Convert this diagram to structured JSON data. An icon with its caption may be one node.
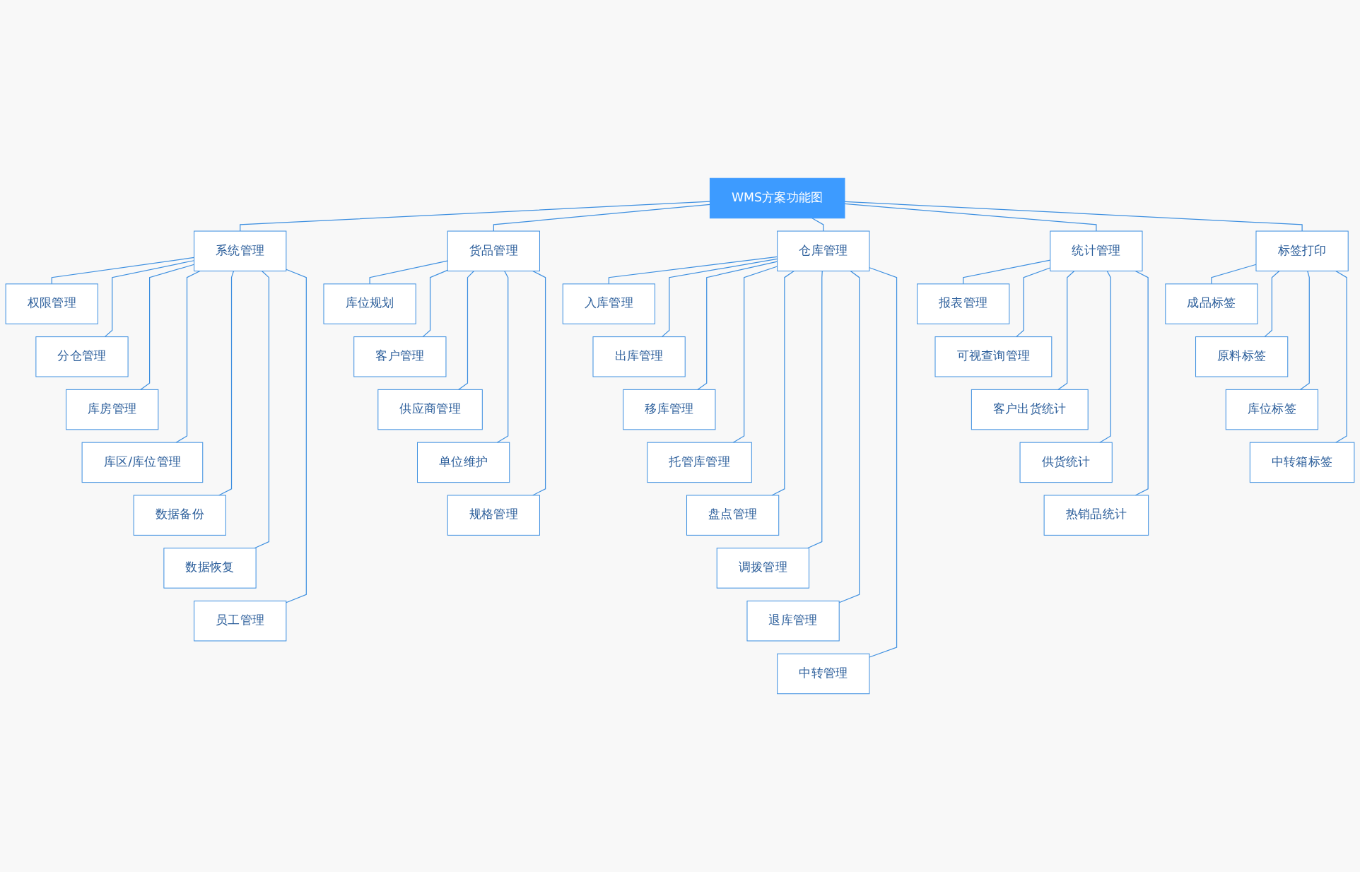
{
  "diagram": {
    "nodes": [
      {
        "text": [
          "WMS方案功能图"
        ]
      },
      {
        "text": [
          "系统管理"
        ]
      },
      {
        "text": [
          "权限管理"
        ]
      },
      {
        "text": [
          "分仓管理"
        ]
      },
      {
        "text": [
          "库房管理"
        ]
      },
      {
        "text": [
          "库区/库位管理"
        ]
      },
      {
        "text": [
          "数据备份"
        ]
      },
      {
        "text": [
          "数据恢复"
        ]
      },
      {
        "text": [
          "员工管理"
        ]
      },
      {
        "text": [
          "货品管理"
        ]
      },
      {
        "text": [
          "库位规划"
        ]
      },
      {
        "text": [
          "客户管理"
        ]
      },
      {
        "text": [
          "供应商管理"
        ]
      },
      {
        "text": [
          "单位维护"
        ]
      },
      {
        "text": [
          "规格管理"
        ]
      },
      {
        "text": [
          "仓库管理"
        ]
      },
      {
        "text": [
          "入库管理"
        ]
      },
      {
        "text": [
          "出库管理"
        ]
      },
      {
        "text": [
          "移库管理"
        ]
      },
      {
        "text": [
          "托管库管理"
        ]
      },
      {
        "text": [
          "盘点管理"
        ]
      },
      {
        "text": [
          "调拨管理"
        ]
      },
      {
        "text": [
          "退库管理"
        ]
      },
      {
        "text": [
          "中转管理"
        ]
      },
      {
        "text": [
          "统计管理"
        ]
      },
      {
        "text": [
          "报表管理"
        ]
      },
      {
        "text": [
          "可视查询管理"
        ]
      },
      {
        "text": [
          "客户出货统计"
        ]
      },
      {
        "text": [
          "供货统计"
        ]
      },
      {
        "text": [
          "热销品统计"
        ]
      },
      {
        "text": [
          "标签打印"
        ]
      },
      {
        "text": [
          "成品标签"
        ]
      },
      {
        "text": [
          "原料标签"
        ]
      },
      {
        "text": [
          "库位标签"
        ]
      },
      {
        "text": [
          "中转箱标签"
        ]
      }
    ],
    "edges": [
      {
        "from": 0,
        "to": 1,
        "arrow": "none"
      },
      {
        "from": 0,
        "to": 9,
        "arrow": "none"
      },
      {
        "from": 0,
        "to": 15,
        "arrow": "none"
      },
      {
        "from": 0,
        "to": 24,
        "arrow": "none"
      },
      {
        "from": 0,
        "to": 30,
        "arrow": "none"
      },
      {
        "from": 1,
        "to": 2,
        "arrow": "none"
      },
      {
        "from": 1,
        "to": 3,
        "arrow": "none"
      },
      {
        "from": 1,
        "to": 4,
        "arrow": "none"
      },
      {
        "from": 1,
        "to": 5,
        "arrow": "none"
      },
      {
        "from": 1,
        "to": 6,
        "arrow": "none"
      },
      {
        "from": 1,
        "to": 7,
        "arrow": "none"
      },
      {
        "from": 1,
        "to": 8,
        "arrow": "none"
      },
      {
        "from": 9,
        "to": 10,
        "arrow": "none"
      },
      {
        "from": 9,
        "to": 11,
        "arrow": "none"
      },
      {
        "from": 9,
        "to": 12,
        "arrow": "none"
      },
      {
        "from": 9,
        "to": 13,
        "arrow": "none"
      },
      {
        "from": 9,
        "to": 14,
        "arrow": "none"
      },
      {
        "from": 15,
        "to": 16,
        "arrow": "none"
      },
      {
        "from": 15,
        "to": 17,
        "arrow": "none"
      },
      {
        "from": 15,
        "to": 18,
        "arrow": "none"
      },
      {
        "from": 15,
        "to": 19,
        "arrow": "none"
      },
      {
        "from": 15,
        "to": 20,
        "arrow": "none"
      },
      {
        "from": 15,
        "to": 21,
        "arrow": "none"
      },
      {
        "from": 15,
        "to": 22,
        "arrow": "none"
      },
      {
        "from": 15,
        "to": 23,
        "arrow": "none"
      },
      {
        "from": 24,
        "to": 25,
        "arrow": "none"
      },
      {
        "from": 24,
        "to": 26,
        "arrow": "none"
      },
      {
        "from": 24,
        "to": 27,
        "arrow": "none"
      },
      {
        "from": 24,
        "to": 28,
        "arrow": "none"
      },
      {
        "from": 24,
        "to": 29,
        "arrow": "none"
      },
      {
        "from": 30,
        "to": 31,
        "arrow": "none"
      },
      {
        "from": 30,
        "to": 32,
        "arrow": "none"
      },
      {
        "from": 30,
        "to": 33,
        "arrow": "none"
      },
      {
        "from": 30,
        "to": 34,
        "arrow": "none"
      }
    ]
  }
}
